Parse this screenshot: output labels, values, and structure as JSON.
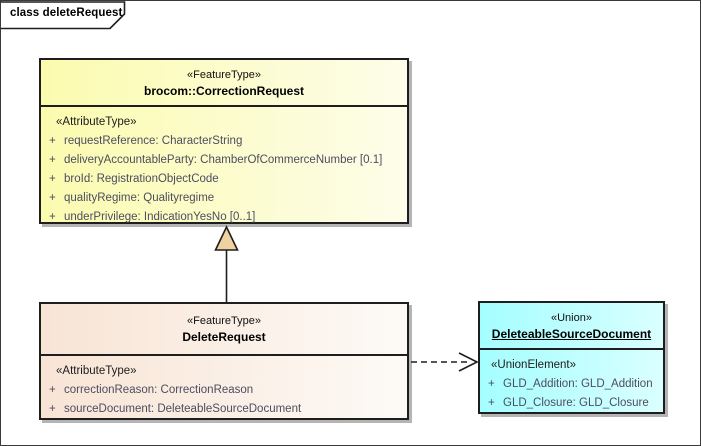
{
  "frame": {
    "tab_label": "class deleteRequest"
  },
  "boxes": {
    "correctionRequest": {
      "stereotype": "«FeatureType»",
      "name": "brocom::CorrectionRequest",
      "attr_stereotype": "«AttributeType»",
      "attributes": [
        {
          "vis": "+",
          "text": "requestReference: CharacterString"
        },
        {
          "vis": "+",
          "text": "deliveryAccountableParty: ChamberOfCommerceNumber [0.1]"
        },
        {
          "vis": "+",
          "text": "broId: RegistrationObjectCode"
        },
        {
          "vis": "+",
          "text": "qualityRegime: Qualityregime"
        },
        {
          "vis": "+",
          "text": "underPrivilege: IndicationYesNo [0..1]"
        }
      ],
      "fill_from": "#fbfbaf",
      "fill_to": "#fdfdea"
    },
    "deleteRequest": {
      "stereotype": "«FeatureType»",
      "name": "DeleteRequest",
      "attr_stereotype": "«AttributeType»",
      "attributes": [
        {
          "vis": "+",
          "text": "correctionReason: CorrectionReason"
        },
        {
          "vis": "+",
          "text": "sourceDocument: DeleteableSourceDocument"
        }
      ],
      "fill_from": "#f8e4d5",
      "fill_to": "#fdfaf6"
    },
    "deleteableSourceDocument": {
      "stereotype": "«Union»",
      "name": "DeleteableSourceDocument",
      "attr_stereotype": "«UnionElement»",
      "attributes": [
        {
          "vis": "+",
          "text": "GLD_Addition: GLD_Addition"
        },
        {
          "vis": "+",
          "text": "GLD_Closure: GLD_Closure"
        }
      ],
      "fill_from": "#a4feff",
      "fill_to": "#daffff"
    }
  },
  "connectors": {
    "generalization": {
      "type": "generalization",
      "from": "DeleteRequest",
      "to": "brocom::CorrectionRequest",
      "arrowhead_fill": "#f0d2a0"
    },
    "dependency": {
      "type": "dependency",
      "from": "DeleteRequest",
      "to": "DeleteableSourceDocument",
      "line_style": "dashed"
    }
  }
}
